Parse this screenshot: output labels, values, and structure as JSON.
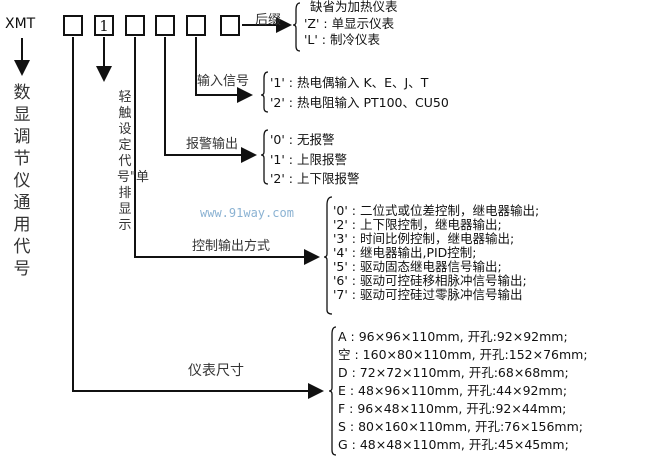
{
  "prefix": "XMT",
  "prefix_desc": "数显调节仪通用代号",
  "box2_value": "1",
  "box2_desc": "轻触设定代号\"单排显示",
  "suffix": {
    "label": "后缀",
    "items": [
      "缺省为加热仪表",
      "'Z' :  单显示仪表",
      "'L' :  制冷仪表"
    ]
  },
  "input": {
    "label": "输入信号",
    "items": [
      "'1' : 热电偶输入 K、E、J、T",
      "'2' : 热电阻输入 PT100、CU50"
    ]
  },
  "alarm": {
    "label": "报警输出",
    "items": [
      "'0' : 无报警",
      "'1' : 上限报警",
      "'2' : 上下限报警"
    ]
  },
  "control": {
    "label": "控制输出方式",
    "items": [
      "'0' : 二位式或位差控制，继电器输出;",
      "'2' : 上下限控制，继电器输出;",
      "'3' : 时间比例控制，继电器输出;",
      "'4' : 继电器输出,PID控制;",
      "'5' : 驱动固态继电器信号输出;",
      "'6' : 驱动可控硅移相脉冲信号输出;",
      "'7' : 驱动可控硅过零脉冲信号输出"
    ]
  },
  "size": {
    "label": "仪表尺寸",
    "items": [
      "A  : 96×96×110mm, 开孔:92×92mm;",
      "空 : 160×80×110mm, 开孔:152×76mm;",
      "D  : 72×72×110mm, 开孔:68×68mm;",
      "E  :  48×96×110mm, 开孔:44×92mm;",
      "F  : 96×48×110mm, 开孔:92×44mm;",
      "S  : 80×160×110mm, 开孔:76×156mm;",
      "G  : 48×48×110mm, 开孔:45×45mm;"
    ]
  },
  "watermark": "www.91way.com"
}
